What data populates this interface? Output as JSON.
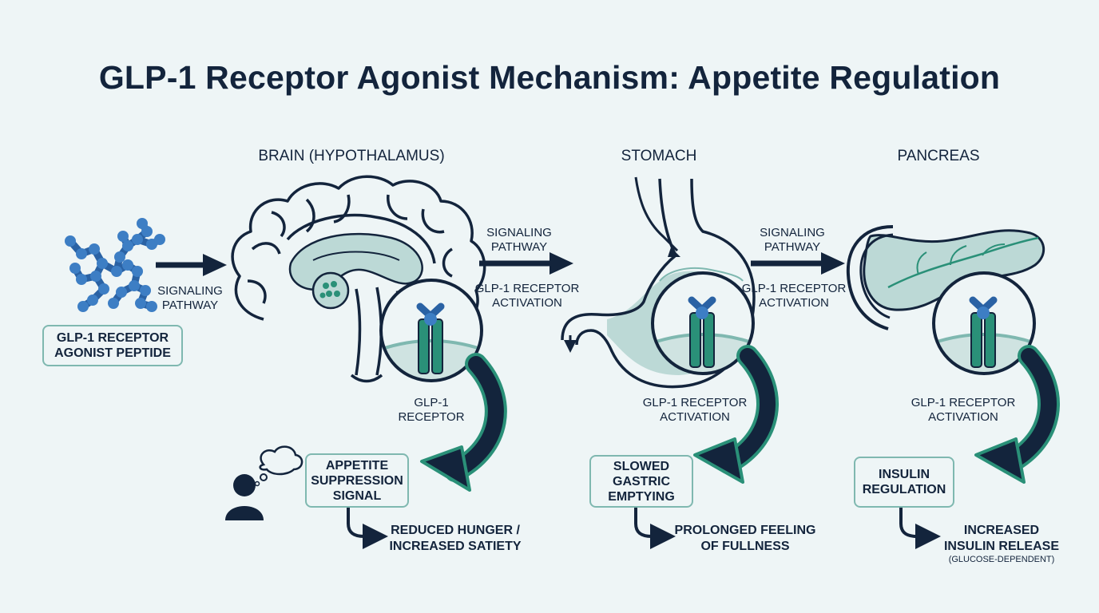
{
  "title": "GLP-1 Receptor Agonist Mechanism: Appetite Regulation",
  "peptide": {
    "label_line1": "GLP-1 RECEPTOR",
    "label_line2": "AGONIST PEPTIDE",
    "arrow_label_line1": "SIGNALING",
    "arrow_label_line2": "PATHWAY"
  },
  "brain": {
    "name": "BRAIN (HYPOTHALAMUS)",
    "receptor_label_line1": "GLP-1",
    "receptor_label_line2": "RECEPTOR",
    "effect_line1": "APPETITE",
    "effect_line2": "SUPPRESSION",
    "effect_line3": "SIGNAL",
    "outcome_line1": "REDUCED HUNGER /",
    "outcome_line2": "INCREASED SATIETY"
  },
  "link1": {
    "top_line1": "SIGNALING",
    "top_line2": "PATHWAY",
    "bottom_line1": "GLP-1 RECEPTOR",
    "bottom_line2": "ACTIVATION"
  },
  "stomach": {
    "name": "STOMACH",
    "receptor_label_line1": "GLP-1 RECEPTOR",
    "receptor_label_line2": "ACTIVATION",
    "effect_line1": "SLOWED",
    "effect_line2": "GASTRIC",
    "effect_line3": "EMPTYING",
    "outcome_line1": "PROLONGED FEELING",
    "outcome_line2": "OF FULLNESS"
  },
  "link2": {
    "top_line1": "SIGNALING",
    "top_line2": "PATHWAY",
    "bottom_line1": "GLP-1 RECEPTOR",
    "bottom_line2": "ACTIVATION"
  },
  "pancreas": {
    "name": "PANCREAS",
    "receptor_label_line1": "GLP-1 RECEPTOR",
    "receptor_label_line2": "ACTIVATION",
    "effect_line1": "INSULIN",
    "effect_line2": "REGULATION",
    "outcome_line1": "INCREASED",
    "outcome_line2": "INSULIN RELEASE",
    "outcome_note": "(GLUCOSE-DEPENDENT)"
  },
  "colors": {
    "navy": "#13243c",
    "teal": "#2a9078",
    "teal_light": "#bcd9d6",
    "molecule_blue": "#3d7ec4",
    "box_border": "#7fb8b0"
  },
  "icons": [
    "peptide-molecule-icon",
    "brain-icon",
    "stomach-icon",
    "pancreas-icon",
    "receptor-icon",
    "person-thinking-icon"
  ]
}
